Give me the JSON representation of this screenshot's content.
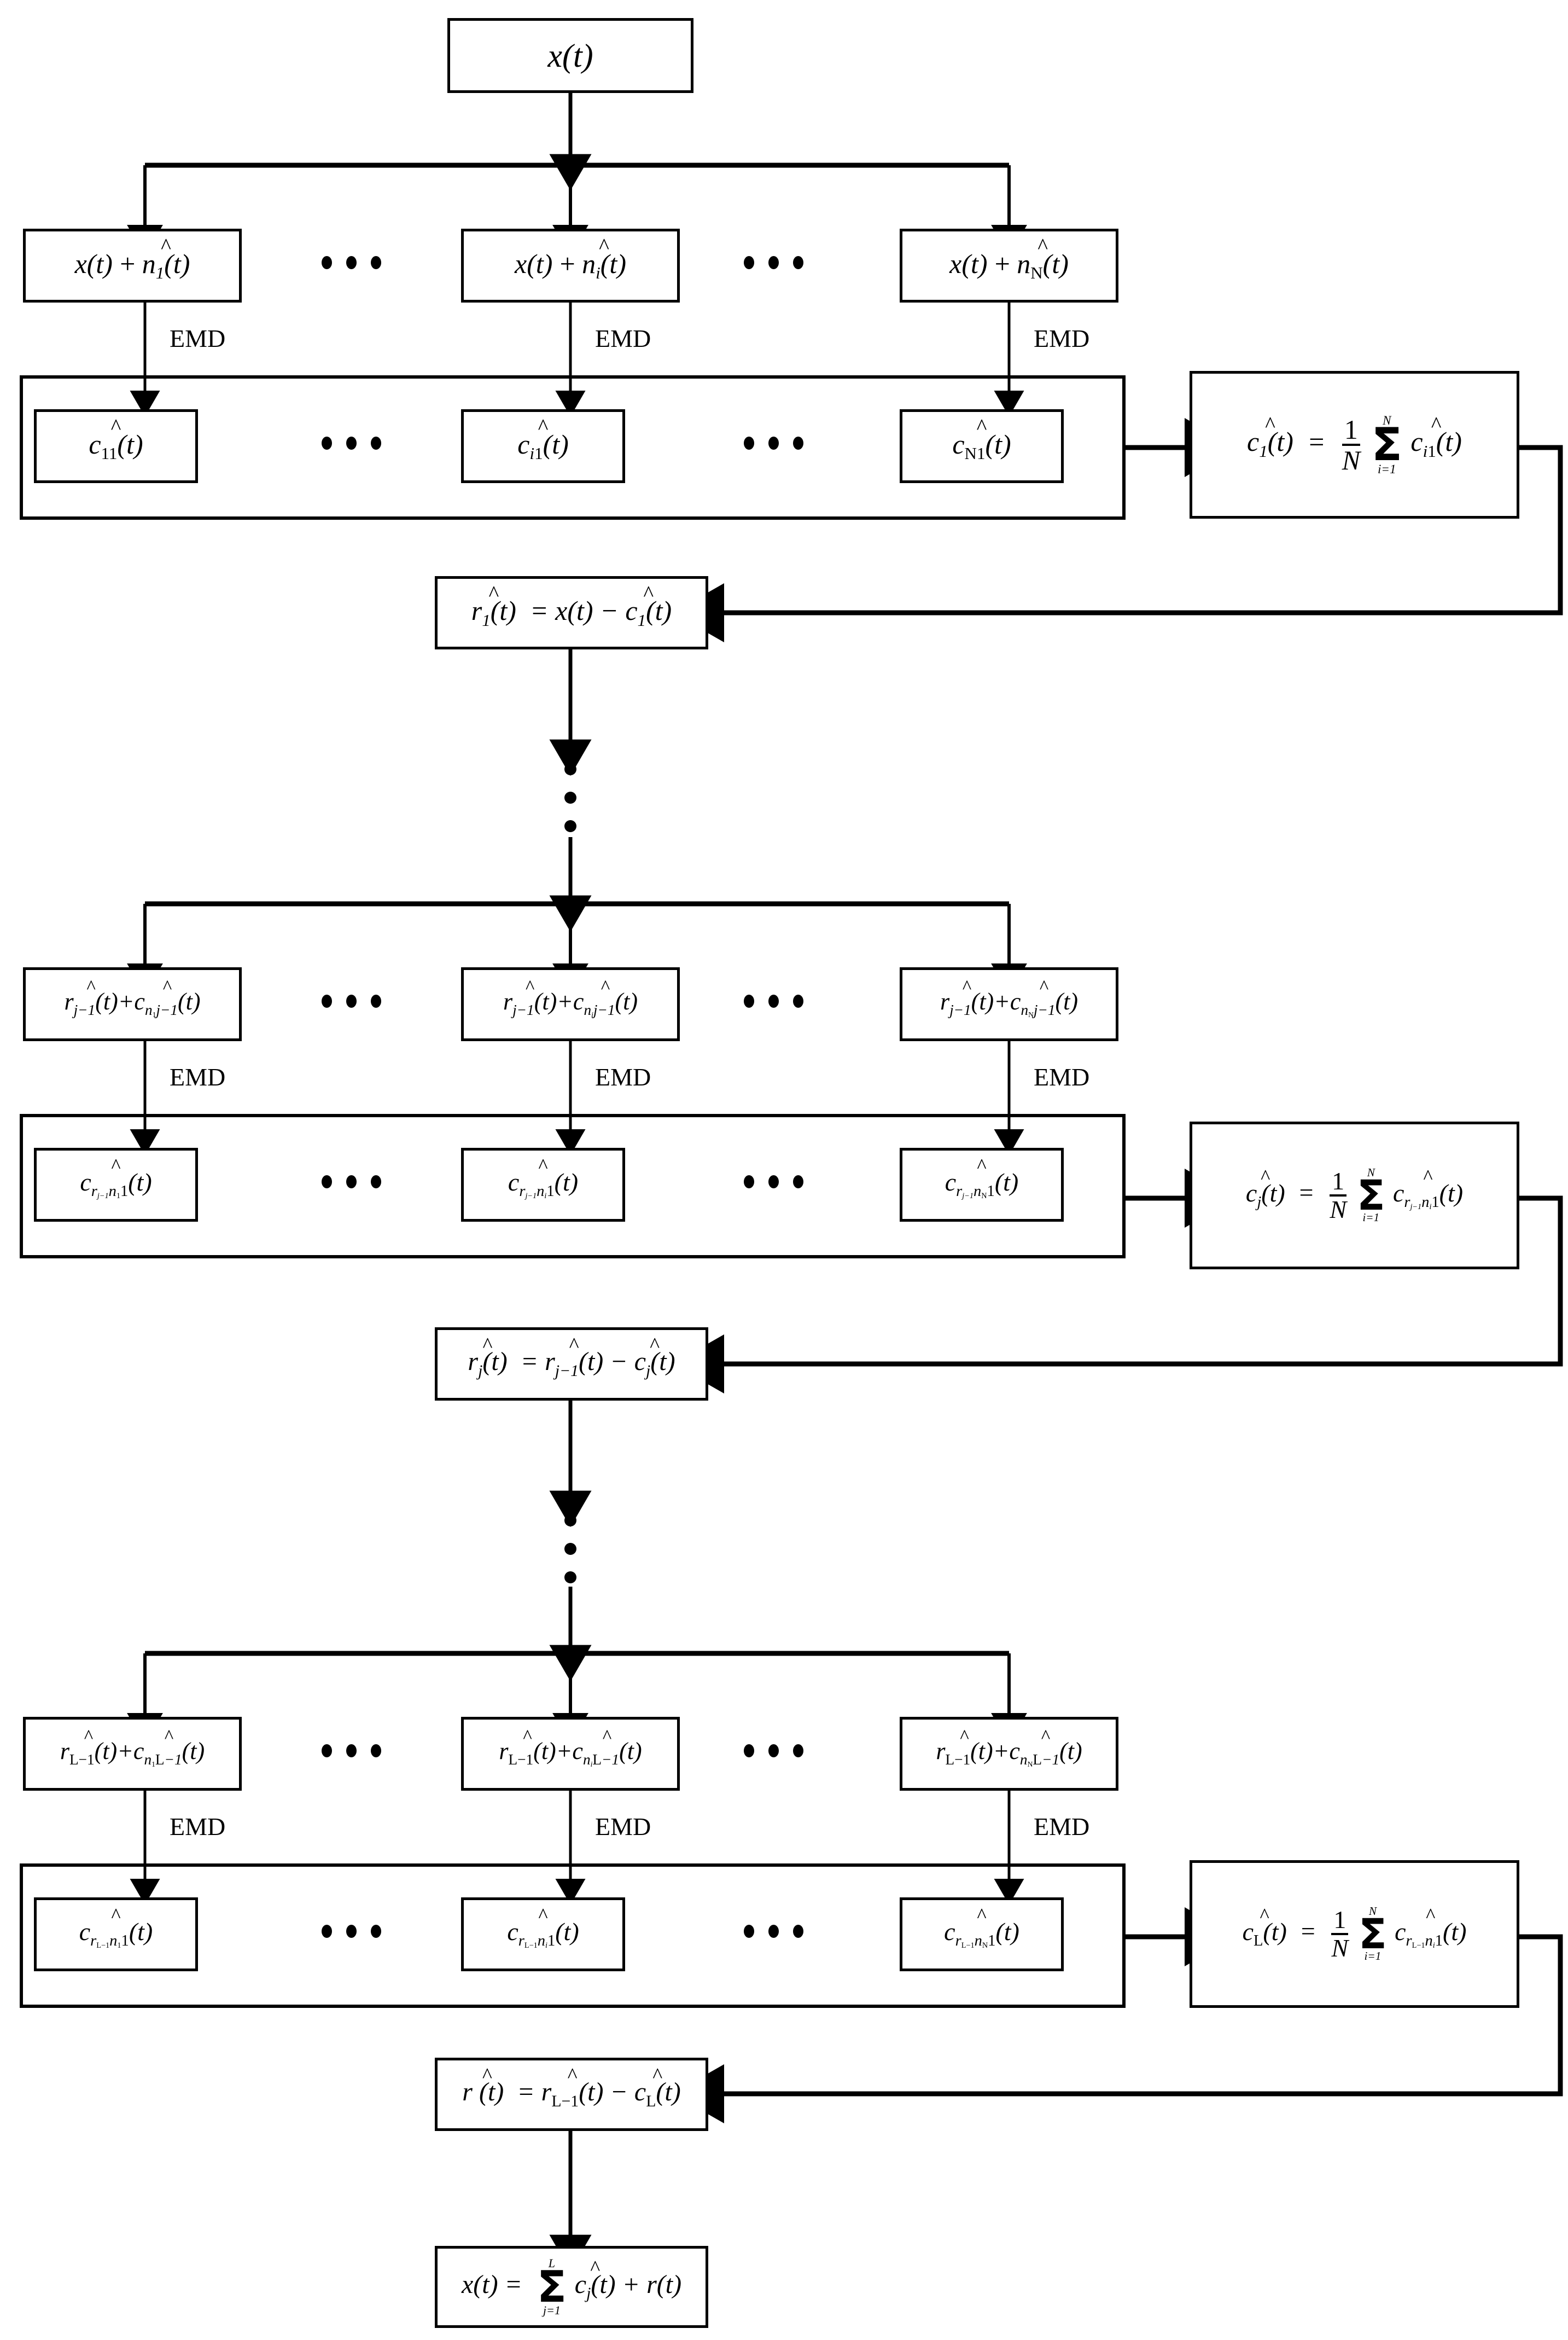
{
  "diagram": {
    "title": "CEEMD / EEMD decomposition flowchart",
    "stroke_color": "#000000",
    "background": "#ffffff",
    "labels": {
      "emd": "EMD",
      "ellipsis": "• • •",
      "vertical_ellipsis": "⋮"
    },
    "stage1": {
      "source": {
        "text": "x(t)"
      },
      "noisy": [
        {
          "text": "x(t) + n̂₁(t)",
          "index": "1"
        },
        {
          "text": "x(t) + n̂ᵢ(t)",
          "index": "i"
        },
        {
          "text": "x(t) + n̂_N(t)",
          "index": "N"
        }
      ],
      "imfs": [
        {
          "text": "ĉ₁₁(t)"
        },
        {
          "text": "ĉᵢ₁(t)"
        },
        {
          "text": "ĉ_N1(t)"
        }
      ],
      "average": {
        "text": "ĉ₁(t) = (1/N) Σ (i=1..N) ĉᵢ₁(t)"
      },
      "residual": {
        "text": "r̂₁(t) = x(t) − ĉ₁(t)"
      },
      "emd_labels": [
        "EMD",
        "EMD",
        "EMD"
      ]
    },
    "stage_j": {
      "noisy": [
        {
          "text": "r̂_{j−1}(t) + ĉ_{n₁,j−1}(t)"
        },
        {
          "text": "r̂_{j−1}(t) + ĉ_{nᵢ,j−1}(t)"
        },
        {
          "text": "r̂_{j−1}(t) + ĉ_{n_N,j−1}(t)"
        }
      ],
      "imfs": [
        {
          "text": "ĉ_{r_{j−1}n₁ 1}(t)"
        },
        {
          "text": "ĉ_{r_{j−1}nᵢ 1}(t)"
        },
        {
          "text": "ĉ_{r_{j−1}n_N 1}(t)"
        }
      ],
      "average": {
        "text": "ĉ_j(t) = (1/N) Σ (i=1..N) ĉ_{r_{j−1}nᵢ 1}(t)"
      },
      "residual": {
        "text": "r̂_j(t) = r̂_{j−1}(t) − ĉ_j(t)"
      },
      "emd_labels": [
        "EMD",
        "EMD",
        "EMD"
      ]
    },
    "stage_L": {
      "noisy": [
        {
          "text": "r̂_{L−1}(t) + ĉ_{n₁,L−1}(t)"
        },
        {
          "text": "r̂_{L−1}(t) + ĉ_{nᵢ,L−1}(t)"
        },
        {
          "text": "r̂_{L−1}(t) + ĉ_{n_N,L−1}(t)"
        }
      ],
      "imfs": [
        {
          "text": "ĉ_{r_{L−1}n₁ 1}(t)"
        },
        {
          "text": "ĉ_{r_{L−1}nᵢ 1}(t)"
        },
        {
          "text": "ĉ_{r_{L−1}n_N 1}(t)"
        }
      ],
      "average": {
        "text": "ĉ_L(t) = (1/N) Σ (i=1..N) ĉ_{r_{L−1}nᵢ 1}(t)"
      },
      "residual": {
        "text": "r̂(t) = r̂_{L−1}(t) − ĉ_L(t)"
      },
      "emd_labels": [
        "EMD",
        "EMD",
        "EMD"
      ]
    },
    "final": {
      "reconstruction": {
        "text": "x(t) = Σ (j=1..L) ĉ_j(t) + r(t)"
      }
    },
    "symbols": {
      "hat": "^",
      "sum": "Σ",
      "one": "1",
      "N": "N",
      "L": "L",
      "i_eq_1": "i=1",
      "j_eq_1": "j=1"
    }
  }
}
